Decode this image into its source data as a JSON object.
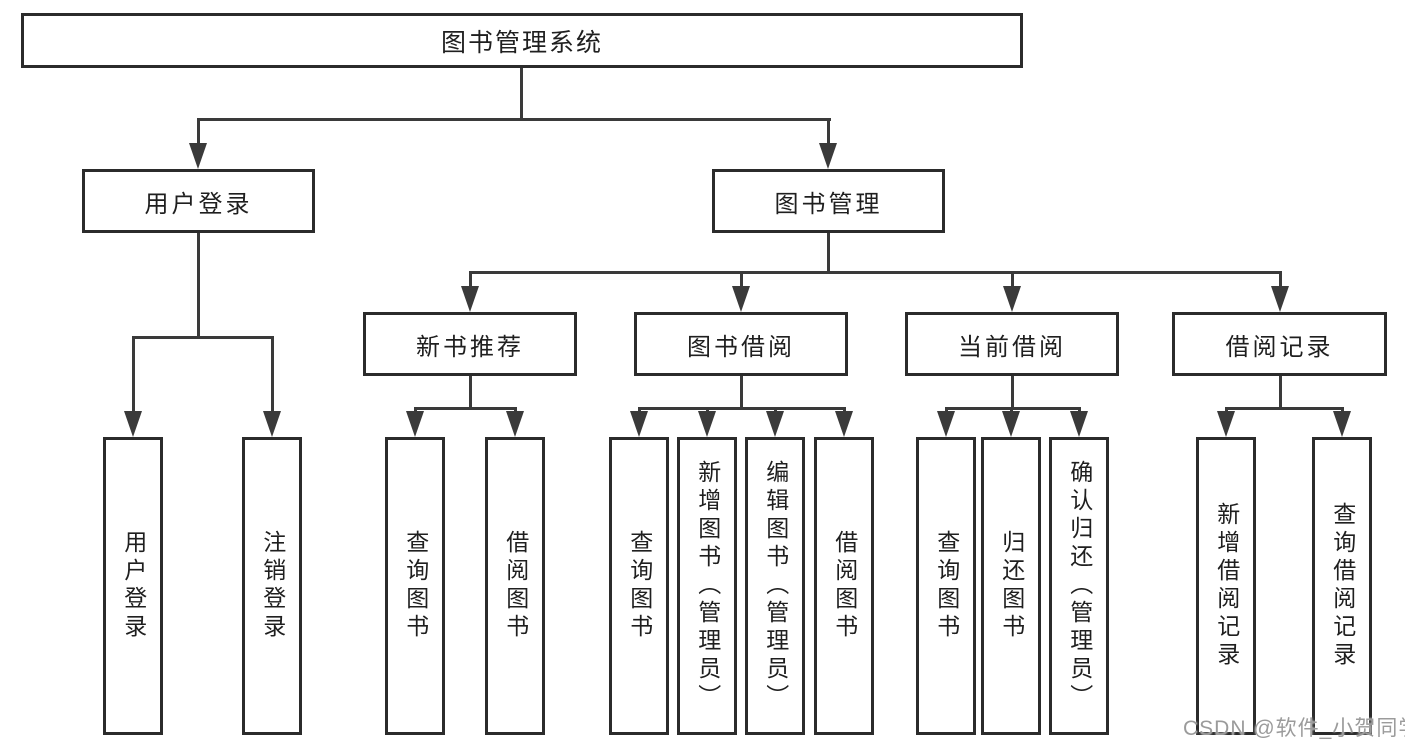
{
  "nodes": {
    "root": "图书管理系统",
    "user_login": "用户登录",
    "book_mgmt": "图书管理",
    "new_book": "新书推荐",
    "book_borrow": "图书借阅",
    "current_borrow": "当前借阅",
    "borrow_record": "借阅记录"
  },
  "leaves": {
    "user_login": [
      "用户登录",
      "注销登录"
    ],
    "new_book": [
      "查询图书",
      "借阅图书"
    ],
    "book_borrow": [
      "查询图书",
      "新增图书（管理员）",
      "编辑图书（管理员）",
      "借阅图书"
    ],
    "current_borrow": [
      "查询图书",
      "归还图书",
      "确认归还（管理员）"
    ],
    "borrow_record": [
      "新增借阅记录",
      "查询借阅记录"
    ]
  },
  "watermark": "CSDN @软件_小贺同学",
  "colors": {
    "line": "#3a3a3a",
    "box_border": "#2b2b2b",
    "text": "#1f1f1f",
    "watermark": "#9b9b9b",
    "background": "#ffffff"
  }
}
